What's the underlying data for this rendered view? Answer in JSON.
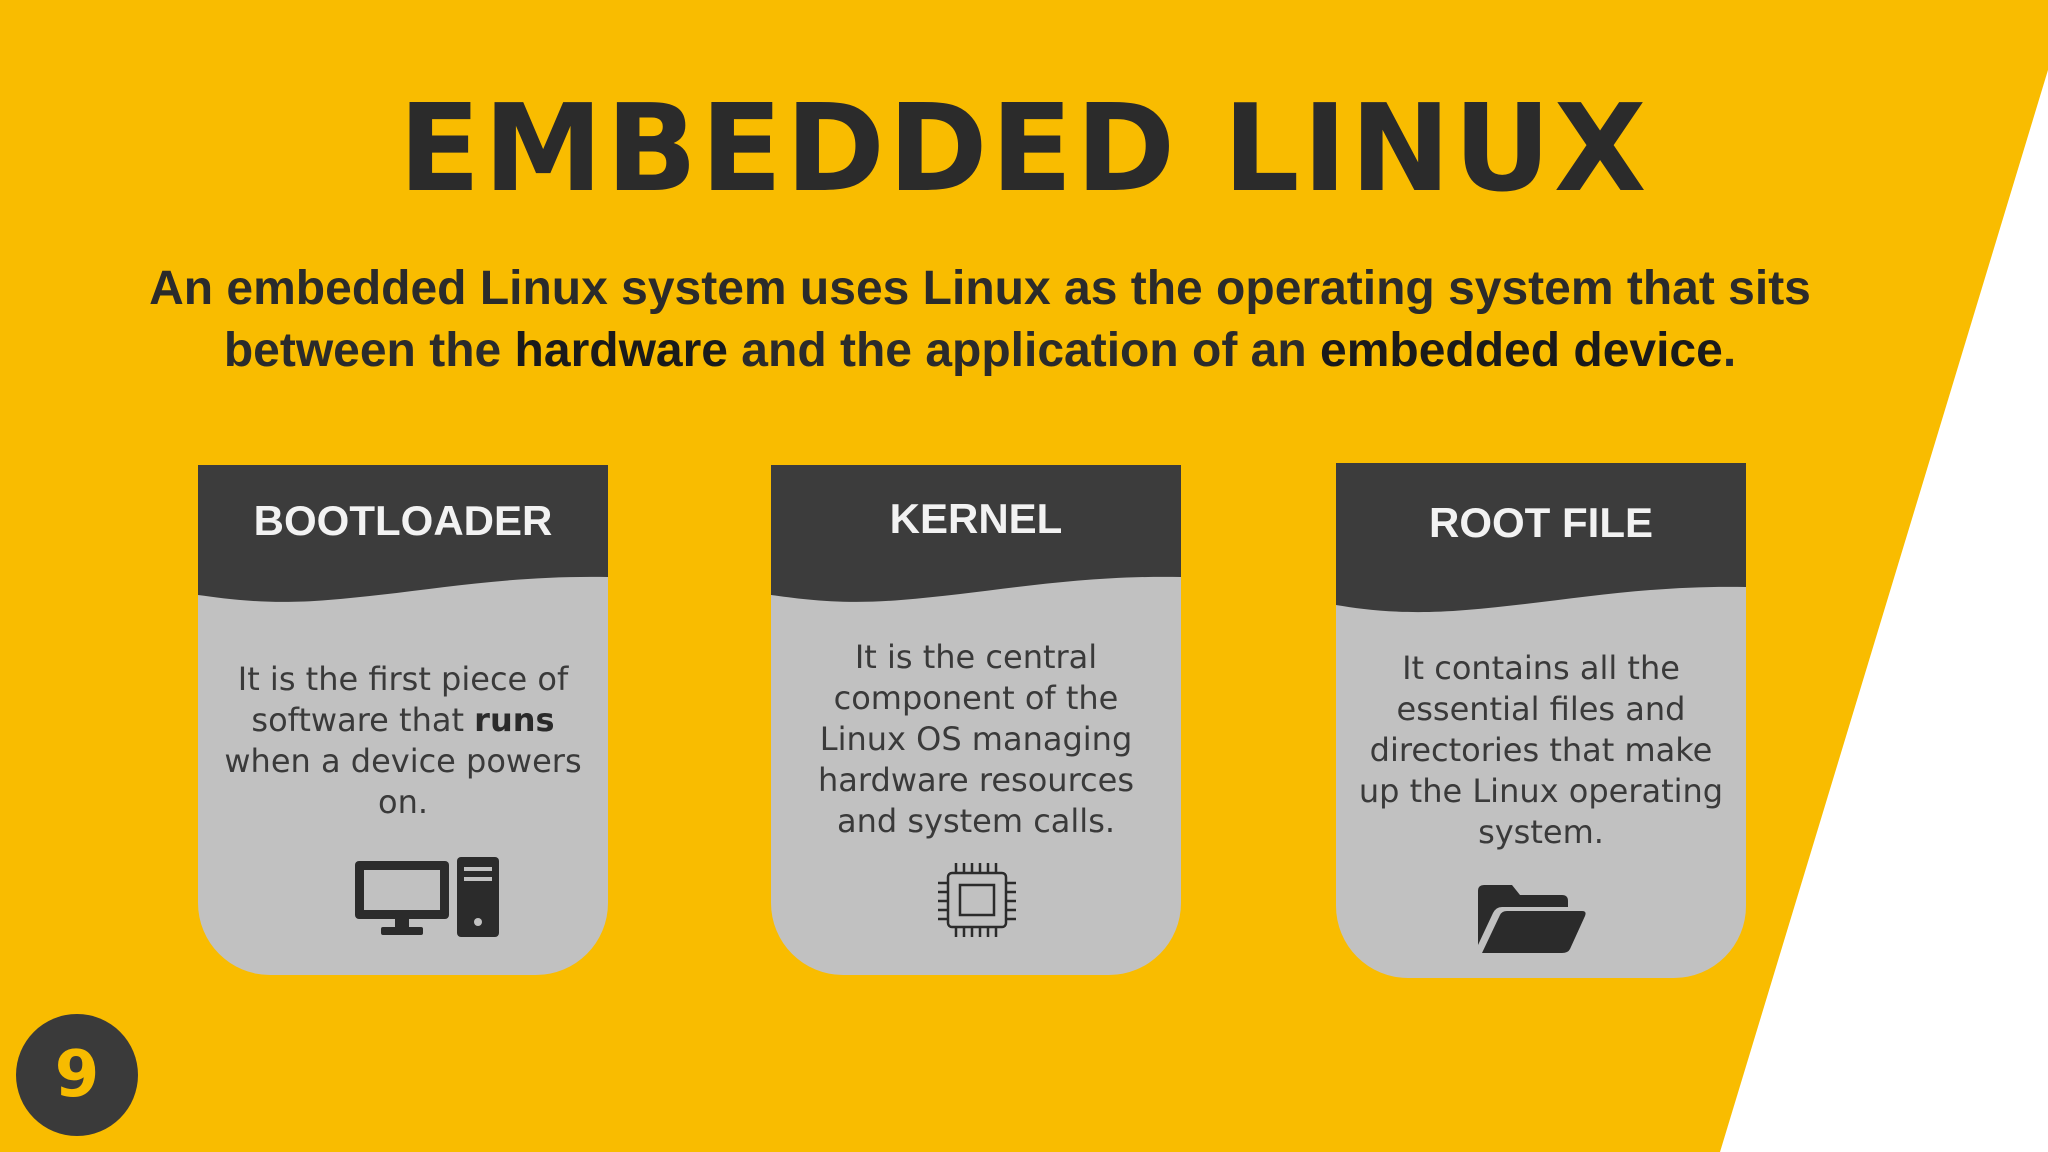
{
  "slide": {
    "title": "EMBEDDED LINUX",
    "subtitle": {
      "part1": "An embedded Linux system uses Linux as the operating system that sits between the ",
      "bold1": "hardware",
      "part2": " and the application of an ",
      "bold2": "embedded device",
      "part3": "."
    },
    "cards": [
      {
        "title": "BOOTLOADER",
        "text_before": "It is the first piece of software that ",
        "text_bold": "runs",
        "text_after": " when a device powers on.",
        "icon": "desktop-computer-icon"
      },
      {
        "title": "KERNEL",
        "text": "It is the central component of the Linux OS managing hardware resources and system calls.",
        "icon": "cpu-chip-icon"
      },
      {
        "title": "ROOT FILE",
        "text": "It contains all the essential files and directories that make up the Linux operating system.",
        "icon": "open-folder-icon"
      }
    ],
    "page_number": "9"
  },
  "colors": {
    "background_accent": "#f9bc00",
    "text_dark": "#2b2b2b",
    "card_header": "#3c3c3c",
    "card_body": "#c1c1c1",
    "page_badge": "#3a3a3a",
    "page_number": "#f7bb00"
  }
}
